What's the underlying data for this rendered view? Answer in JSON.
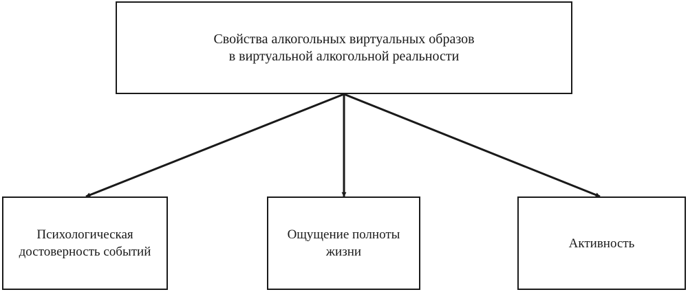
{
  "diagram": {
    "root": {
      "lines": [
        "Свойства алкогольных виртуальных образов",
        "в виртуальной алкогольной реальности"
      ]
    },
    "children": [
      {
        "lines": [
          "Психологическая",
          "достоверность событий"
        ]
      },
      {
        "lines": [
          "Ощущение полноты",
          "жизни"
        ]
      },
      {
        "lines": [
          "Активность"
        ]
      }
    ],
    "stroke_color": "#1a1a1a"
  }
}
